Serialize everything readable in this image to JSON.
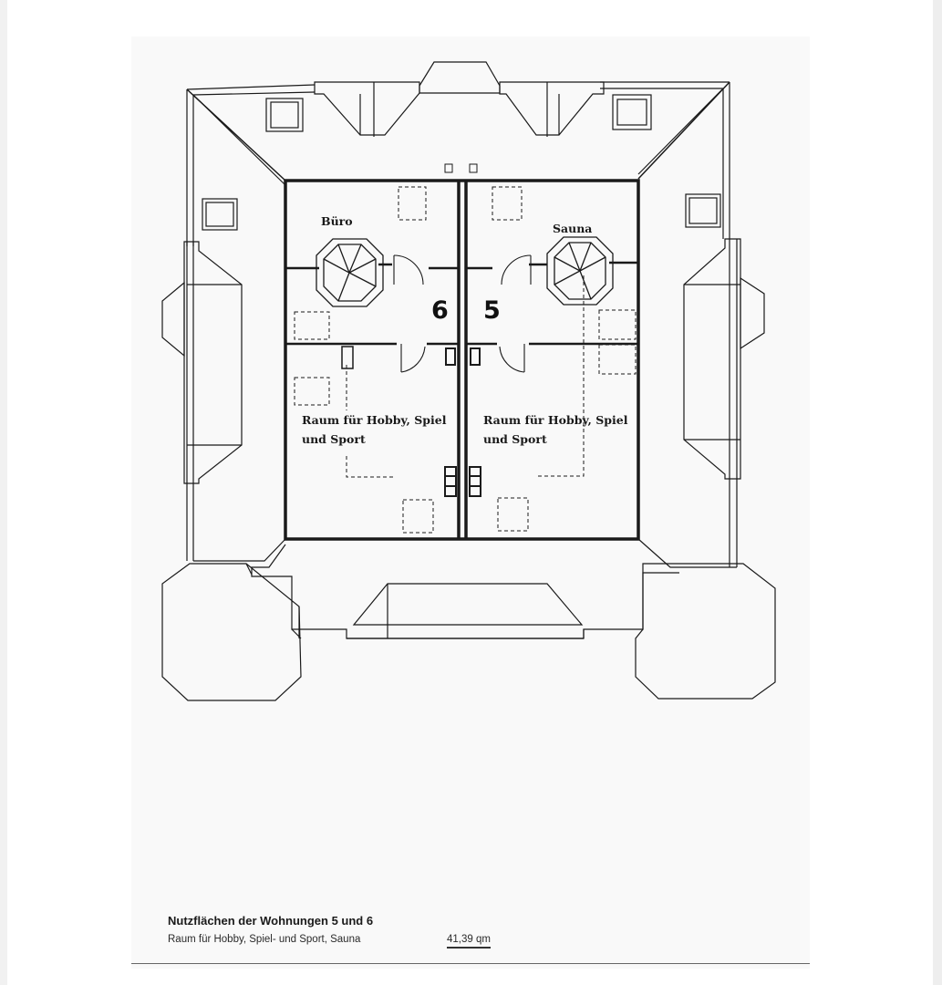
{
  "plan": {
    "units": {
      "left": "6",
      "right": "5"
    },
    "rooms": {
      "office": "Büro",
      "sauna": "Sauna",
      "hobby_left_line1": "Raum für Hobby, Spiel",
      "hobby_left_line2": "und Sport",
      "hobby_right_line1": "Raum für Hobby, Spiel",
      "hobby_right_line2": "und Sport"
    }
  },
  "caption": {
    "title": "Nutzflächen der Wohnungen 5 und 6",
    "row_label": "Raum für Hobby, Spiel- und Sport, Sauna",
    "row_value": "41,39 qm"
  },
  "colors": {
    "ink": "#1a1a1a",
    "paper": "#f9f9f9"
  }
}
